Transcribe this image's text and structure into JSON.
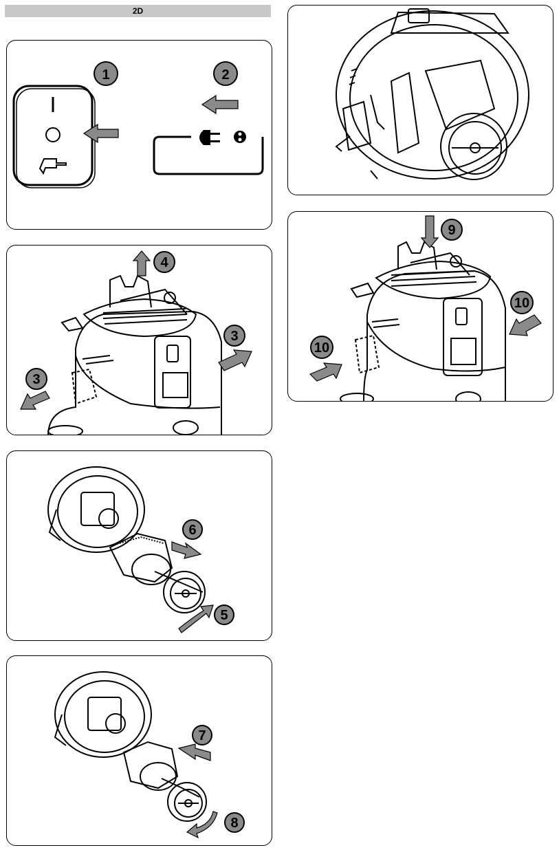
{
  "header": {
    "title": "2D"
  },
  "panels": [
    {
      "id": "panel-switch-unplug",
      "steps": [
        "1",
        "2"
      ]
    },
    {
      "id": "panel-open-head",
      "steps": [
        "4",
        "3",
        "3"
      ]
    },
    {
      "id": "panel-remove-filter",
      "steps": [
        "6",
        "5"
      ]
    },
    {
      "id": "panel-install-filter",
      "steps": [
        "7",
        "8"
      ]
    },
    {
      "id": "panel-motor-head-view",
      "steps": []
    },
    {
      "id": "panel-close-head",
      "steps": [
        "9",
        "10",
        "10"
      ]
    }
  ],
  "colors": {
    "badge_fill": "#8a8a8a",
    "arrow_fill": "#8a8a8a",
    "line": "#000000"
  }
}
